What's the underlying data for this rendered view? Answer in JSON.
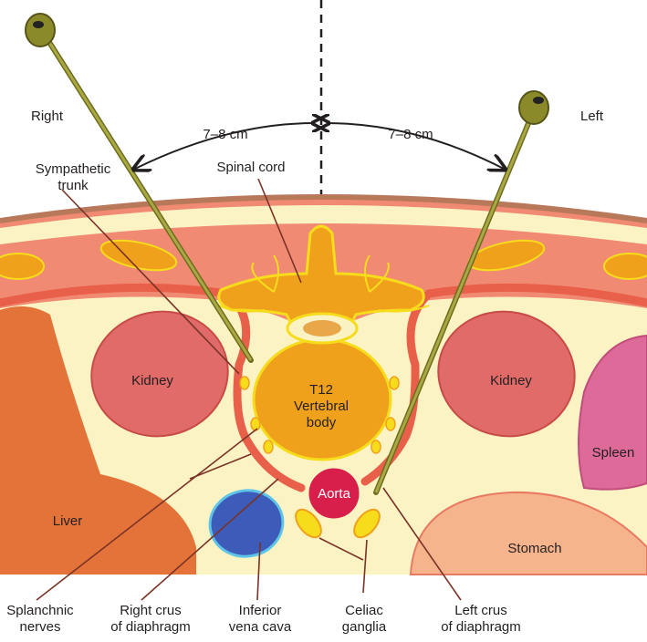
{
  "labels": {
    "right": "Right",
    "left": "Left",
    "distance_right": "7–8 cm",
    "distance_left": "7–8 cm",
    "sympathetic_trunk_1": "Sympathetic",
    "sympathetic_trunk_2": "trunk",
    "spinal_cord": "Spinal cord",
    "kidney_right": "Kidney",
    "kidney_left": "Kidney",
    "vertebra_1": "T12",
    "vertebra_2": "Vertebral",
    "vertebra_3": "body",
    "spleen": "Spleen",
    "liver": "Liver",
    "aorta": "Aorta",
    "stomach": "Stomach",
    "splanchnic_1": "Splanchnic",
    "splanchnic_2": "nerves",
    "right_crus_1": "Right crus",
    "right_crus_2": "of diaphragm",
    "ivc_1": "Inferior",
    "ivc_2": "vena cava",
    "celiac_1": "Celiac",
    "celiac_2": "ganglia",
    "left_crus_1": "Left crus",
    "left_crus_2": "of diaphragm"
  },
  "colors": {
    "skin": "#f08a72",
    "skin_edge": "#b8785a",
    "fat": "#fbf3c4",
    "muscle_band": "#e8604a",
    "kidney": "#e06b68",
    "liver": "#e4733a",
    "spleen": "#de6a9a",
    "stomach": "#f5b48c",
    "vertebra": "#f0a11c",
    "aorta": "#d81f4c",
    "ivc": "#3d5bb8",
    "ganglia": "#f7dc1c",
    "needle": "#8b8a2a"
  }
}
